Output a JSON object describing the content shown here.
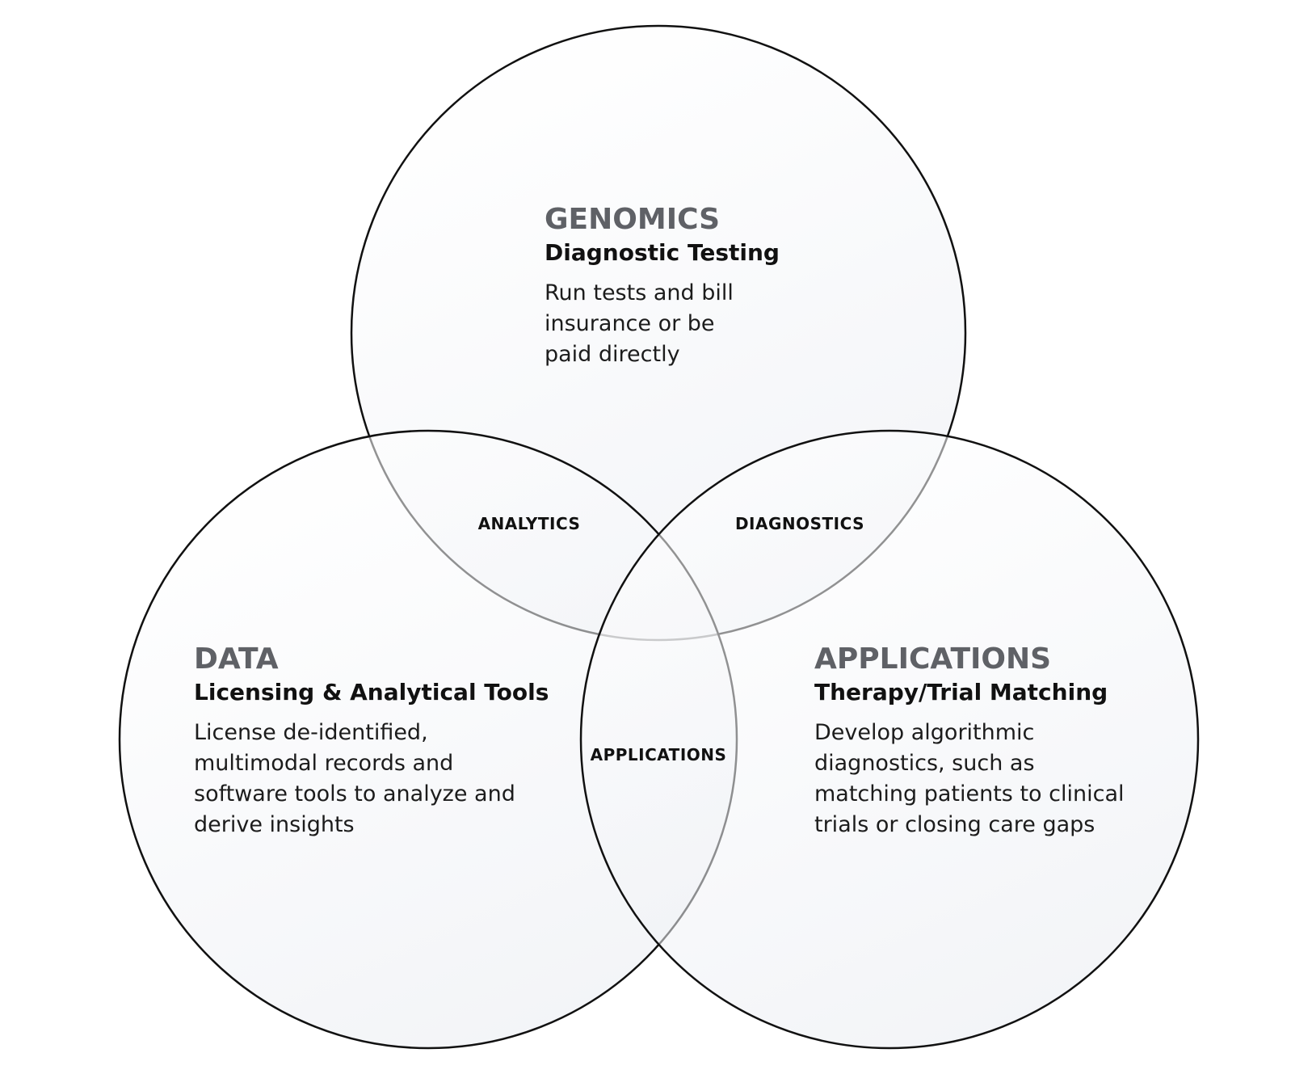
{
  "sets": {
    "genomics": {
      "title": "GENOMICS",
      "subtitle": "Diagnostic Testing",
      "description_lines": [
        "Run tests and bill",
        "insurance or be",
        "paid directly"
      ]
    },
    "data": {
      "title": "DATA",
      "subtitle": "Licensing & Analytical Tools",
      "description_lines": [
        "License de-identified,",
        "multimodal records and",
        "software tools to analyze and",
        "derive insights"
      ]
    },
    "applications": {
      "title": "APPLICATIONS",
      "subtitle": "Therapy/Trial Matching",
      "description_lines": [
        "Develop algorithmic",
        "diagnostics, such as",
        "matching patients to clinical",
        "trials or closing care gaps"
      ]
    }
  },
  "overlaps": {
    "genomics_data": "ANALYTICS",
    "genomics_applications": "DIAGNOSTICS",
    "data_applications": "APPLICATIONS"
  },
  "colors": {
    "circle_stroke": "#111111",
    "fill_light": "#ffffff",
    "fill_tint": "#e8ebf1",
    "title_gray": "#5f6166"
  }
}
